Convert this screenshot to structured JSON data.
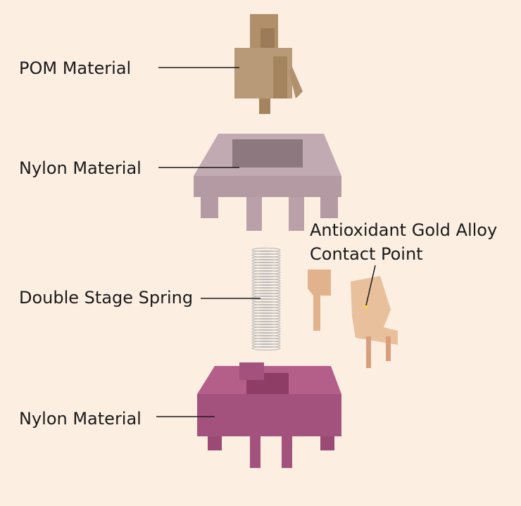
{
  "labels": {
    "stem": "POM Material",
    "top_housing": "Nylon Material",
    "spring": "Double Stage Spring",
    "bottom_housing": "Nylon Material",
    "contact_line1": "Antioxidant Gold Alloy",
    "contact_line2": "Contact Point"
  },
  "colors": {
    "background": "#fcefe2",
    "stem": "#b89a78",
    "top_housing": "#b9a0a9",
    "bottom_housing": "#a3527d",
    "contact": "#e2b28c",
    "spring": "#c9c9c9"
  }
}
